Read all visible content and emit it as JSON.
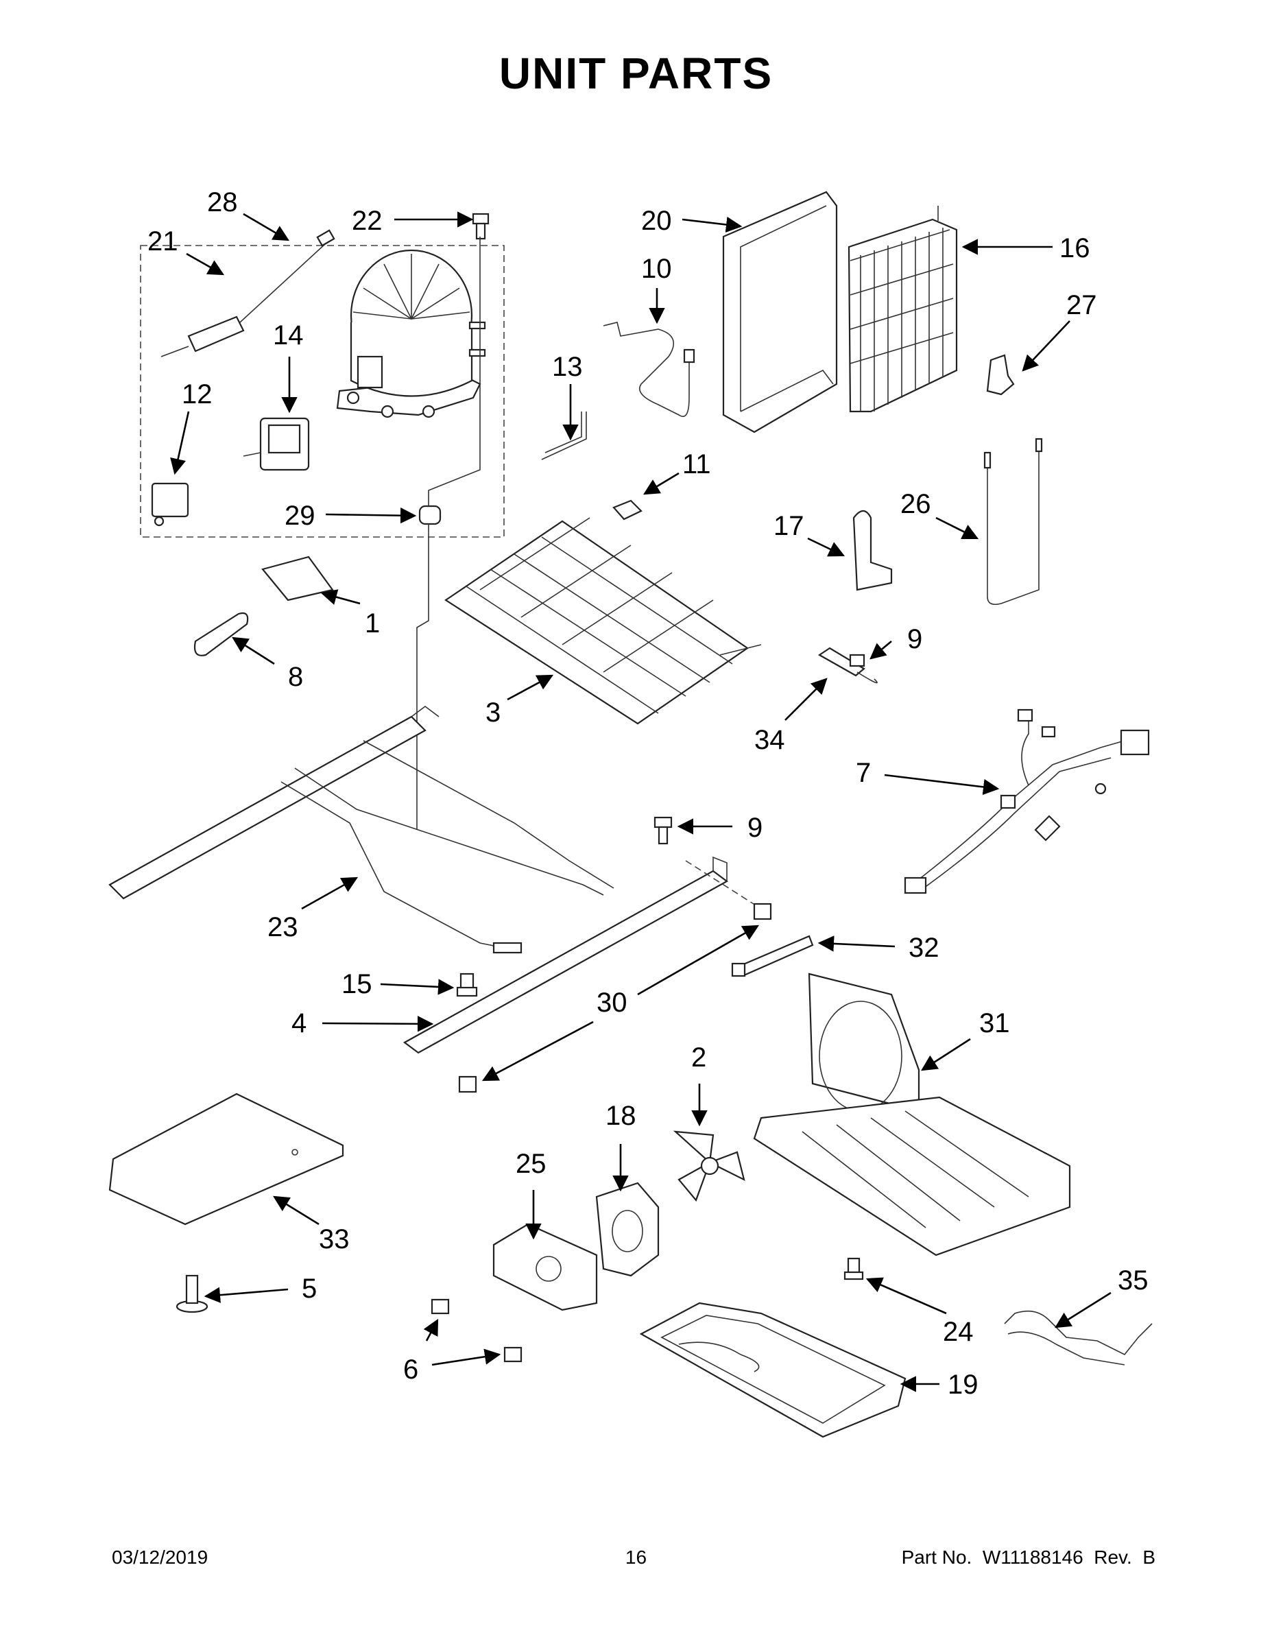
{
  "title": "UNIT PARTS",
  "footer": {
    "date": "03/12/2019",
    "page": "16",
    "part_no": "Part No.  W11188146  Rev.  B"
  },
  "callouts": [
    {
      "id": "c28",
      "text": "28"
    },
    {
      "id": "c22",
      "text": "22"
    },
    {
      "id": "c21",
      "text": "21"
    },
    {
      "id": "c14",
      "text": "14"
    },
    {
      "id": "c12",
      "text": "12"
    },
    {
      "id": "c29",
      "text": "29"
    },
    {
      "id": "c20",
      "text": "20"
    },
    {
      "id": "c10",
      "text": "10"
    },
    {
      "id": "c16",
      "text": "16"
    },
    {
      "id": "c27",
      "text": "27"
    },
    {
      "id": "c13",
      "text": "13"
    },
    {
      "id": "c11",
      "text": "11"
    },
    {
      "id": "c17",
      "text": "17"
    },
    {
      "id": "c26",
      "text": "26"
    },
    {
      "id": "c1",
      "text": "1"
    },
    {
      "id": "c8",
      "text": "8"
    },
    {
      "id": "c3",
      "text": "3"
    },
    {
      "id": "c9a",
      "text": "9"
    },
    {
      "id": "c34",
      "text": "34"
    },
    {
      "id": "c7",
      "text": "7"
    },
    {
      "id": "c9b",
      "text": "9"
    },
    {
      "id": "c23",
      "text": "23"
    },
    {
      "id": "c15",
      "text": "15"
    },
    {
      "id": "c32",
      "text": "32"
    },
    {
      "id": "c4",
      "text": "4"
    },
    {
      "id": "c30",
      "text": "30"
    },
    {
      "id": "c31",
      "text": "31"
    },
    {
      "id": "c2",
      "text": "2"
    },
    {
      "id": "c18",
      "text": "18"
    },
    {
      "id": "c25",
      "text": "25"
    },
    {
      "id": "c33",
      "text": "33"
    },
    {
      "id": "c5",
      "text": "5"
    },
    {
      "id": "c24",
      "text": "24"
    },
    {
      "id": "c35",
      "text": "35"
    },
    {
      "id": "c6",
      "text": "6"
    },
    {
      "id": "c19",
      "text": "19"
    }
  ]
}
